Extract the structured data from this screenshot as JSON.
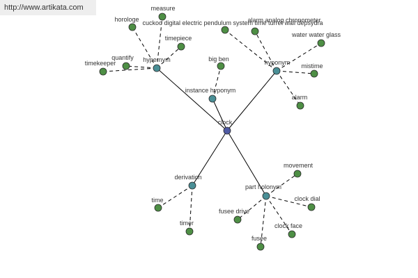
{
  "site": {
    "url": "http://www.artikata.com"
  },
  "diagram": {
    "colors": {
      "root": "#4f5aa3",
      "relation": "#4a8f96",
      "leaf": "#4e8f45",
      "edge": "#000000"
    },
    "root": {
      "id": "clock",
      "label": "clock"
    },
    "relations": [
      {
        "id": "hypernym",
        "label": "hypernym"
      },
      {
        "id": "hyponym",
        "label": "hyponym"
      },
      {
        "id": "instance-hyponym",
        "label": "instance hyponym"
      },
      {
        "id": "derivation",
        "label": "derivation"
      },
      {
        "id": "part-holonym",
        "label": "part holonym"
      }
    ],
    "leaves": [
      {
        "id": "measure",
        "label": "measure",
        "relation": "hypernym"
      },
      {
        "id": "horologe",
        "label": "horologe",
        "relation": "hypernym"
      },
      {
        "id": "timepiece",
        "label": "timepiece",
        "relation": "hypernym"
      },
      {
        "id": "quantify",
        "label": "quantify",
        "relation": "hypernym"
      },
      {
        "id": "timekeeper",
        "label": "timekeeper",
        "relation": "hypernym"
      },
      {
        "id": "cuckoo-etc",
        "label": "cuckoo digital electric pendulum system time turret wall depsydra",
        "relation": "hyponym"
      },
      {
        "id": "alarm-analog",
        "label": "alarm analog chronometer",
        "relation": "hyponym"
      },
      {
        "id": "water-glass",
        "label": "water water glass",
        "relation": "hyponym"
      },
      {
        "id": "mistime",
        "label": "mistime",
        "relation": "hyponym"
      },
      {
        "id": "alarm",
        "label": "alarm",
        "relation": "hyponym"
      },
      {
        "id": "big-ben",
        "label": "big ben",
        "relation": "instance-hyponym"
      },
      {
        "id": "time",
        "label": "time",
        "relation": "derivation"
      },
      {
        "id": "timer",
        "label": "timer",
        "relation": "derivation"
      },
      {
        "id": "movement",
        "label": "movement",
        "relation": "part-holonym"
      },
      {
        "id": "clock-dial",
        "label": "clock dial",
        "relation": "part-holonym"
      },
      {
        "id": "fusee-drive",
        "label": "fusee drive",
        "relation": "part-holonym"
      },
      {
        "id": "clock-face",
        "label": "clock face",
        "relation": "part-holonym"
      },
      {
        "id": "fusee",
        "label": "fusee",
        "relation": "part-holonym"
      }
    ]
  }
}
